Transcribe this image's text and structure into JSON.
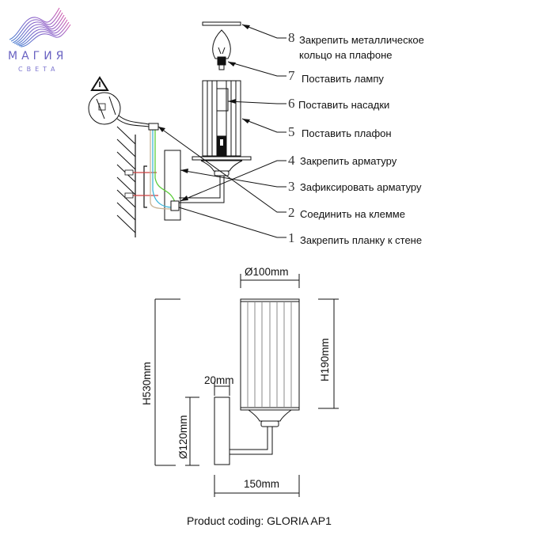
{
  "logo": {
    "name": "МАГИЯ",
    "subtitle": "СВЕТА",
    "colors": [
      "#6a63c2",
      "#c05fb8",
      "#4e7fd0"
    ]
  },
  "steps": [
    {
      "number": "8",
      "text_line1": "Закрепить металлическое",
      "text_line2": "кольцо на плафоне"
    },
    {
      "number": "7",
      "text_line1": "Поставить лампу"
    },
    {
      "number": "6",
      "text_line1": "Поставить насадки"
    },
    {
      "number": "5",
      "text_line1": "Поставить плафон"
    },
    {
      "number": "4",
      "text_line1": "Закрепить арматуру"
    },
    {
      "number": "3",
      "text_line1": "Зафиксировать арматуру"
    },
    {
      "number": "2",
      "text_line1": "Соединить на клемме"
    },
    {
      "number": "1",
      "text_line1": "Закрепить планку к стене"
    }
  ],
  "dimensions": {
    "shade_diameter": "Ø100mm",
    "shade_height": "H190mm",
    "total_height": "H530mm",
    "backplate_width": "20mm",
    "backplate_diameter": "Ø120mm",
    "projection": "150mm"
  },
  "wire_colors": {
    "live": "#c8b496",
    "neutral": "#3fb6d8",
    "earth": "#5bcc3a",
    "screw": "#d04040"
  },
  "footer": {
    "product_coding": "Product coding: GLORIA AP1"
  }
}
